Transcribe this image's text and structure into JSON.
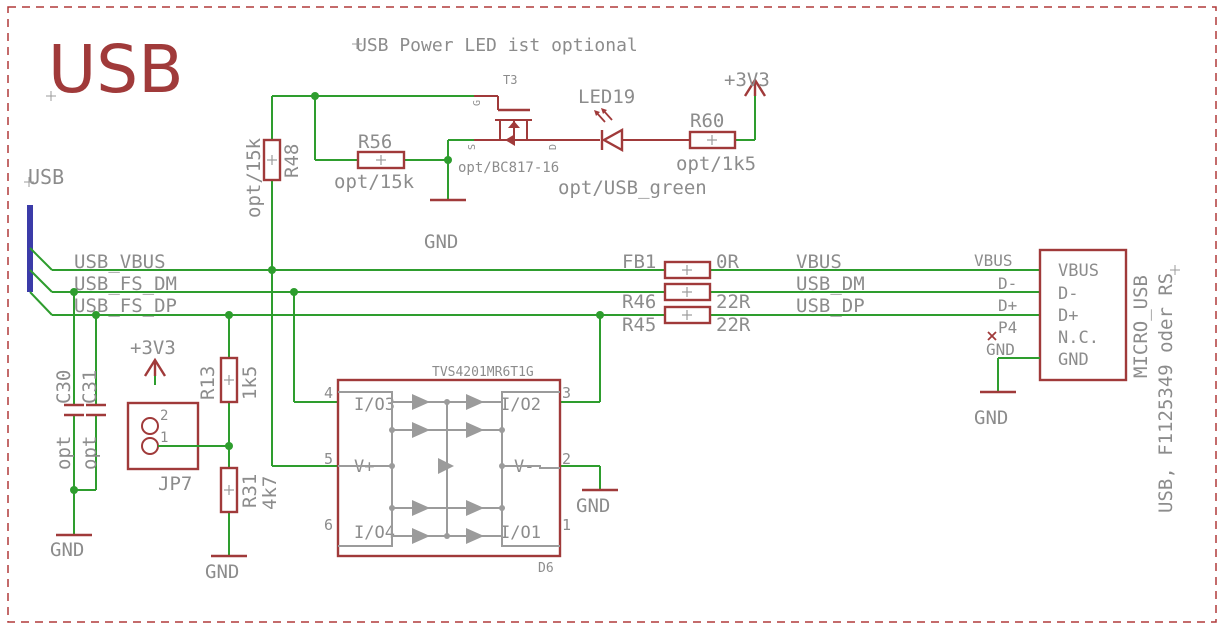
{
  "title": "USB",
  "note": "USB Power LED ist optional",
  "connector_left": {
    "name": "USB"
  },
  "nets": {
    "vbus": "USB_VBUS",
    "dm": "USB_FS_DM",
    "dp": "USB_FS_DP",
    "vbus_r": "VBUS",
    "dm_r": "USB_DM",
    "dp_r": "USB_DP"
  },
  "components": {
    "r48": {
      "name": "R48",
      "value": "opt/15k"
    },
    "r56": {
      "name": "R56",
      "value": "opt/15k"
    },
    "t3": {
      "name": "T3",
      "value": "opt/BC817-16",
      "pin_g": "G",
      "pin_s": "S",
      "pin_d": "D"
    },
    "led19": {
      "name": "LED19",
      "value": "opt/USB_green"
    },
    "r60": {
      "name": "R60",
      "value": "opt/1k5"
    },
    "fb1": {
      "name": "FB1",
      "value": "0R"
    },
    "r46": {
      "name": "R46",
      "value": "22R"
    },
    "r45": {
      "name": "R45",
      "value": "22R"
    },
    "c30": {
      "name": "C30",
      "value": "opt"
    },
    "c31": {
      "name": "C31",
      "value": "opt"
    },
    "r13": {
      "name": "R13",
      "value": "1k5"
    },
    "r31": {
      "name": "R31",
      "value": "4k7"
    },
    "jp7": {
      "name": "JP7",
      "pin1": "1",
      "pin2": "2"
    },
    "d6": {
      "name": "D6",
      "part": "TVS4201MR6T1G",
      "pins": {
        "io3": "I/O3",
        "io2": "I/O2",
        "vplus": "V+",
        "vminus": "V-",
        "io4": "I/O4",
        "io1": "I/O1"
      },
      "pin_nums": {
        "p4": "4",
        "p3": "3",
        "p5": "5",
        "p2": "2",
        "p6": "6",
        "p1": "1"
      }
    },
    "micro_usb": {
      "name": "MICRO_USB",
      "desc": "USB, F1125349 oder RS",
      "pins": [
        "VBUS",
        "D-",
        "D+",
        "N.C.",
        "GND"
      ],
      "ext_labels": [
        "VBUS",
        "D-",
        "D+",
        "P4",
        "GND"
      ]
    }
  },
  "supplies": {
    "v3_top": "+3V3",
    "v3_left": "+3V3",
    "gnd": "GND"
  }
}
